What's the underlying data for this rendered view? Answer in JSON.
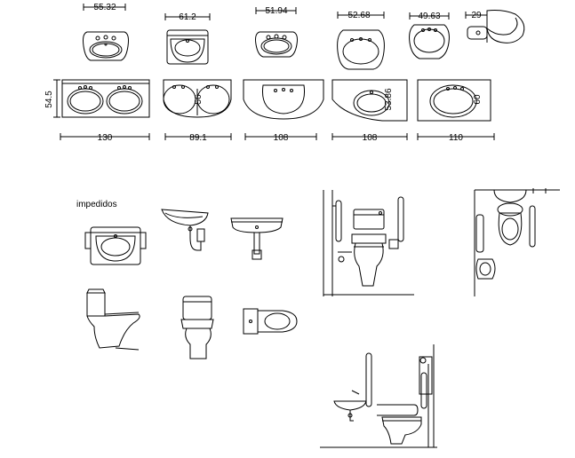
{
  "top_widths": [
    "55.32",
    "61.2",
    "51.94",
    "52.68",
    "49.63",
    "29"
  ],
  "bottom_widths": [
    "130",
    "89.1",
    "108",
    "108",
    "110"
  ],
  "vertical_dims": {
    "left_height": "54.5",
    "double_basin_inner": "56",
    "corner_basin_inner": "53.86",
    "oval_basin_inner": "60"
  },
  "section_label": "impedidos"
}
